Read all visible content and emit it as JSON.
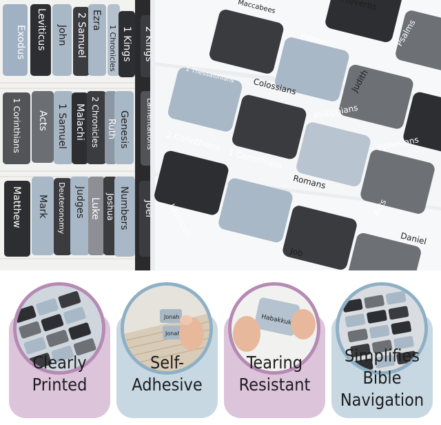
{
  "photo": {
    "spine_tabs_col1": [
      "Exodus",
      "1 Corinthians",
      "Matthew"
    ],
    "spine_tabs_col2": [
      "Leviticus",
      "Acts",
      "Mark"
    ],
    "spine_tabs_col3": [
      "John",
      "1 Samuel",
      "Deuteronomy"
    ],
    "spine_tabs_col4": [
      "2 Samuel",
      "Malachi",
      "Judges"
    ],
    "spine_tabs_col5": [
      "Ezra",
      "2 Chronicles",
      "Luke"
    ],
    "spine_tabs_col6": [
      "1 Chronicles",
      "Ruth",
      "Joshua"
    ],
    "spine_tabs_col7": [
      "1 Kings",
      "Genesis",
      "Numbers"
    ],
    "spine_tabs_col8": [
      "2 Kings",
      "Lamentations",
      "Joel"
    ],
    "sheet_tabs": [
      "1 Thessalonians",
      "Colossians",
      "Philippians",
      "Ephesians",
      "2 Corinthians",
      "1 Corinthians",
      "Romans",
      "Acts",
      "Leviticus",
      "Esther",
      "Psalms",
      "Judith",
      "Daniel",
      "Maccabees",
      "Proverbs",
      "Job"
    ]
  },
  "features": [
    {
      "label": "Clearly\nPrinted",
      "bg": "#dcc4db",
      "ring": "#b58ab3"
    },
    {
      "label": "Self-\nAdhesive",
      "bg": "#c8d8e3",
      "ring": "#8fb0c4"
    },
    {
      "label": "Tearing\nResistant",
      "bg": "#dcc4db",
      "ring": "#b58ab3"
    },
    {
      "label": "Simplifies\nBible\nNavigation",
      "bg": "#c8d8e3",
      "ring": "#8fb0c4"
    }
  ],
  "circle_tabs": {
    "jonah": "Jonah",
    "habakkuk": "Habakkuk"
  }
}
